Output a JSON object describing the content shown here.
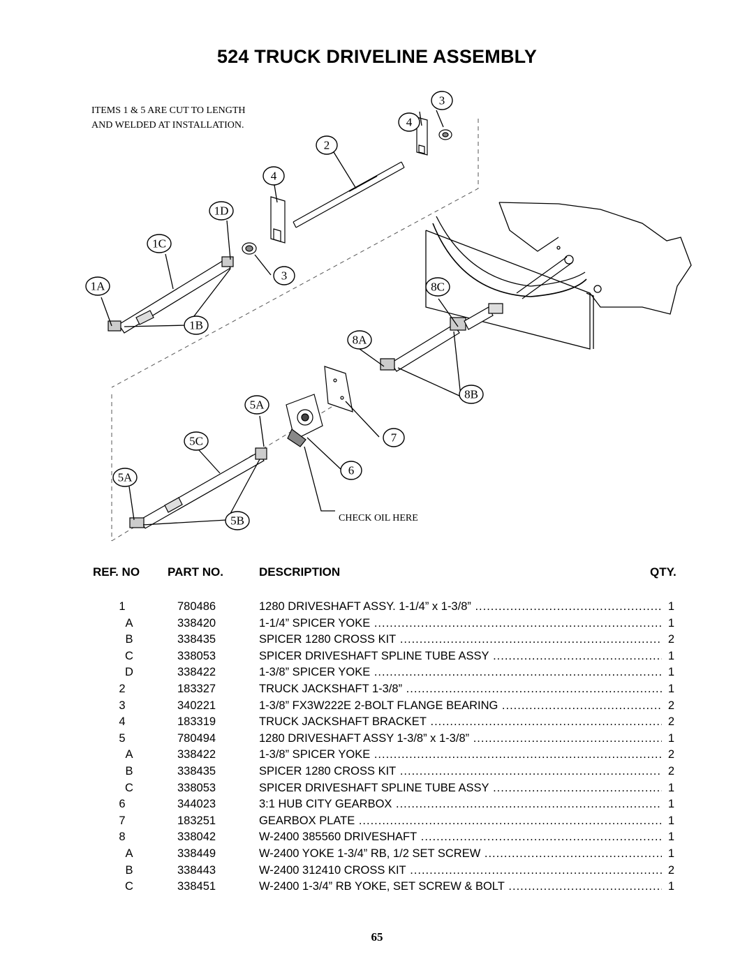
{
  "title": "524 TRUCK DRIVELINE ASSEMBLY",
  "diagram": {
    "note_line1": "ITEMS 1 & 5 ARE CUT TO LENGTH",
    "note_line2": "AND WELDED AT INSTALLATION.",
    "check_oil": "CHECK OIL HERE",
    "callouts": {
      "c1a": "1A",
      "c1b": "1B",
      "c1c": "1C",
      "c1d": "1D",
      "c2": "2",
      "c3_top": "3",
      "c3_mid": "3",
      "c4_top": "4",
      "c4_mid": "4",
      "c5a_top": "5A",
      "c5a_left": "5A",
      "c5b": "5B",
      "c5c": "5C",
      "c6": "6",
      "c7": "7",
      "c8a": "8A",
      "c8b": "8B",
      "c8c": "8C"
    }
  },
  "table": {
    "headers": {
      "ref": "REF. NO",
      "part": "PART NO.",
      "desc": "DESCRIPTION",
      "qty": "QTY."
    },
    "rows": [
      {
        "ref": "1",
        "part": "780486",
        "desc": "1280 DRIVESHAFT ASSY.  1-1/4” x 1-3/8”",
        "qty": "1"
      },
      {
        "ref": "A",
        "part": "338420",
        "desc": "1-1/4” SPICER YOKE",
        "qty": "1"
      },
      {
        "ref": "B",
        "part": "338435",
        "desc": "SPICER 1280 CROSS KIT",
        "qty": "2"
      },
      {
        "ref": "C",
        "part": "338053",
        "desc": "SPICER DRIVESHAFT SPLINE TUBE ASSY",
        "qty": "1"
      },
      {
        "ref": "D",
        "part": "338422",
        "desc": "1-3/8” SPICER YOKE",
        "qty": "1"
      },
      {
        "ref": "2",
        "part": "183327",
        "desc": "TRUCK JACKSHAFT 1-3/8”",
        "qty": "1"
      },
      {
        "ref": "3",
        "part": "340221",
        "desc": "1-3/8” FX3W222E 2-BOLT FLANGE BEARING",
        "qty": "2"
      },
      {
        "ref": "4",
        "part": "183319",
        "desc": "TRUCK JACKSHAFT BRACKET",
        "qty": "2"
      },
      {
        "ref": "5",
        "part": "780494",
        "desc": "1280 DRIVESHAFT ASSY 1-3/8” x 1-3/8”",
        "qty": "1"
      },
      {
        "ref": "A",
        "part": "338422",
        "desc": "1-3/8” SPICER YOKE",
        "qty": "2"
      },
      {
        "ref": "B",
        "part": "338435",
        "desc": "SPICER 1280 CROSS KIT",
        "qty": "2"
      },
      {
        "ref": "C",
        "part": "338053",
        "desc": "SPICER DRIVESHAFT SPLINE TUBE ASSY",
        "qty": "1"
      },
      {
        "ref": "6",
        "part": "344023",
        "desc": "3:1 HUB CITY GEARBOX",
        "qty": "1"
      },
      {
        "ref": "7",
        "part": "183251",
        "desc": "GEARBOX PLATE",
        "qty": "1"
      },
      {
        "ref": "8",
        "part": "338042",
        "desc": "W-2400 385560 DRIVESHAFT",
        "qty": "1"
      },
      {
        "ref": "A",
        "part": "338449",
        "desc": "W-2400 YOKE 1-3/4” RB, 1/2 SET SCREW",
        "qty": "1"
      },
      {
        "ref": "B",
        "part": "338443",
        "desc": "W-2400 312410 CROSS KIT",
        "qty": "2"
      },
      {
        "ref": "C",
        "part": "338451",
        "desc": "W-2400 1-3/4” RB YOKE, SET SCREW & BOLT",
        "qty": "1"
      }
    ]
  },
  "page_number": "65"
}
